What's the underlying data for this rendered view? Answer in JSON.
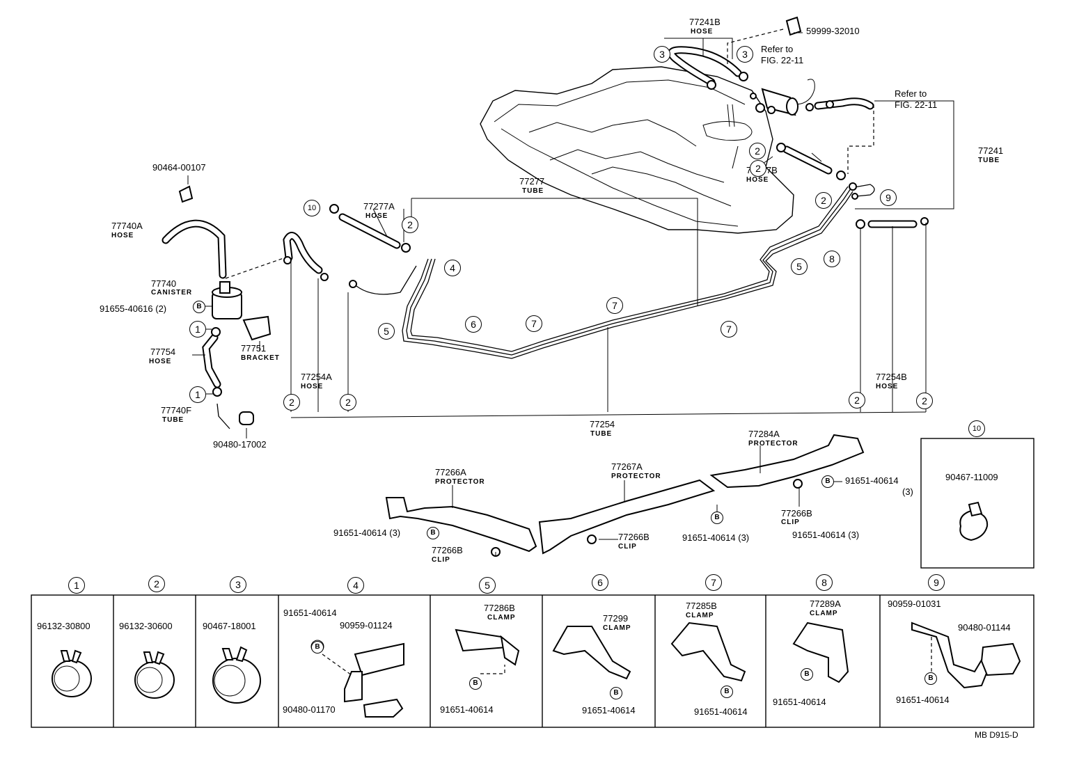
{
  "main_labels": [
    {
      "id": "77241b",
      "number": "77241B",
      "kind": "HOSE"
    },
    {
      "id": "59999",
      "number": "59999-32010",
      "kind": ""
    },
    {
      "id": "refer1a",
      "number": "Refer to",
      "kind": ""
    },
    {
      "id": "refer1b",
      "number": "FIG. 22-11",
      "kind": ""
    },
    {
      "id": "refer2a",
      "number": "Refer to",
      "kind": ""
    },
    {
      "id": "refer2b",
      "number": "FIG. 22-11",
      "kind": ""
    },
    {
      "id": "77241",
      "number": "77241",
      "kind": "TUBE"
    },
    {
      "id": "77277b",
      "number": "77277B",
      "kind": "HOSE"
    },
    {
      "id": "77277",
      "number": "77277",
      "kind": "TUBE"
    },
    {
      "id": "77277a",
      "number": "77277A",
      "kind": "HOSE"
    },
    {
      "id": "90464",
      "number": "90464-00107",
      "kind": ""
    },
    {
      "id": "77740a",
      "number": "77740A",
      "kind": "HOSE"
    },
    {
      "id": "77740",
      "number": "77740",
      "kind": "CANISTER"
    },
    {
      "id": "91655",
      "number": "91655-40616 (2)",
      "kind": ""
    },
    {
      "id": "77754",
      "number": "77754",
      "kind": "HOSE"
    },
    {
      "id": "77751",
      "number": "77751",
      "kind": "BRACKET"
    },
    {
      "id": "77254a",
      "number": "77254A",
      "kind": "HOSE"
    },
    {
      "id": "77740f",
      "number": "77740F",
      "kind": "TUBE"
    },
    {
      "id": "90480_17002",
      "number": "90480-17002",
      "kind": ""
    },
    {
      "id": "77254",
      "number": "77254",
      "kind": "TUBE"
    },
    {
      "id": "77254b",
      "number": "77254B",
      "kind": "HOSE"
    },
    {
      "id": "77284a",
      "number": "77284A",
      "kind": "PROTECTOR"
    },
    {
      "id": "77267a",
      "number": "77267A",
      "kind": "PROTECTOR"
    },
    {
      "id": "77266a",
      "number": "77266A",
      "kind": "PROTECTOR"
    },
    {
      "id": "b91651_r",
      "number": "91651-40614",
      "kind": ""
    },
    {
      "id": "b91651_r3",
      "number": "(3)",
      "kind": ""
    },
    {
      "id": "77266b_1",
      "number": "77266B",
      "kind": "CLIP"
    },
    {
      "id": "91651_l",
      "number": "91651-40614 (3)",
      "kind": ""
    },
    {
      "id": "77266b_2",
      "number": "77266B",
      "kind": "CLIP"
    },
    {
      "id": "77266b_3",
      "number": "77266B",
      "kind": "CLIP"
    },
    {
      "id": "91651_m",
      "number": "91651-40614 (3)",
      "kind": ""
    },
    {
      "id": "91651_m2",
      "number": "91651-40614 (3)",
      "kind": ""
    },
    {
      "id": "90467_11009",
      "number": "90467-11009",
      "kind": ""
    }
  ],
  "callouts": [
    "1",
    "2",
    "3",
    "4",
    "5",
    "6",
    "7",
    "8",
    "9",
    "10"
  ],
  "legend": [
    {
      "ref": "1",
      "parts": [
        "96132-30800"
      ]
    },
    {
      "ref": "2",
      "parts": [
        "96132-30600"
      ]
    },
    {
      "ref": "3",
      "parts": [
        "90467-18001"
      ]
    },
    {
      "ref": "4",
      "parts": [
        "91651-40614",
        "90959-01124",
        "90480-01170"
      ]
    },
    {
      "ref": "5",
      "parts": [
        "77286B",
        "CLAMP",
        "91651-40614"
      ]
    },
    {
      "ref": "6",
      "parts": [
        "77299",
        "CLAMP",
        "91651-40614"
      ]
    },
    {
      "ref": "7",
      "parts": [
        "77285B",
        "CLAMP",
        "91651-40614"
      ]
    },
    {
      "ref": "8",
      "parts": [
        "77289A",
        "CLAMP",
        "91651-40614"
      ]
    },
    {
      "ref": "9",
      "parts": [
        "90959-01031",
        "90480-01144",
        "91651-40614"
      ]
    }
  ],
  "bolt_symbol": "B",
  "figure_code": "MB D915-D"
}
